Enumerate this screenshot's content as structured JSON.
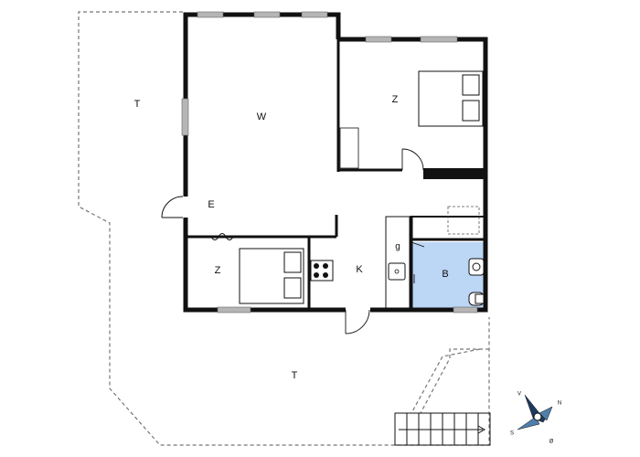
{
  "rooms": {
    "terrace_left": "T",
    "living": "W",
    "bedroom_right": "Z",
    "entry": "E",
    "bedroom_left": "Z",
    "kitchen": "K",
    "storage": "g",
    "bathroom": "B",
    "terrace_bottom": "T"
  },
  "compass": {
    "n": "N",
    "s": "S",
    "v": "V",
    "o": "Ø"
  },
  "colors": {
    "wall": "#111111",
    "bathroom_fill": "#bcd6f5",
    "window": "#b5b5b5",
    "outline": "#888888"
  }
}
